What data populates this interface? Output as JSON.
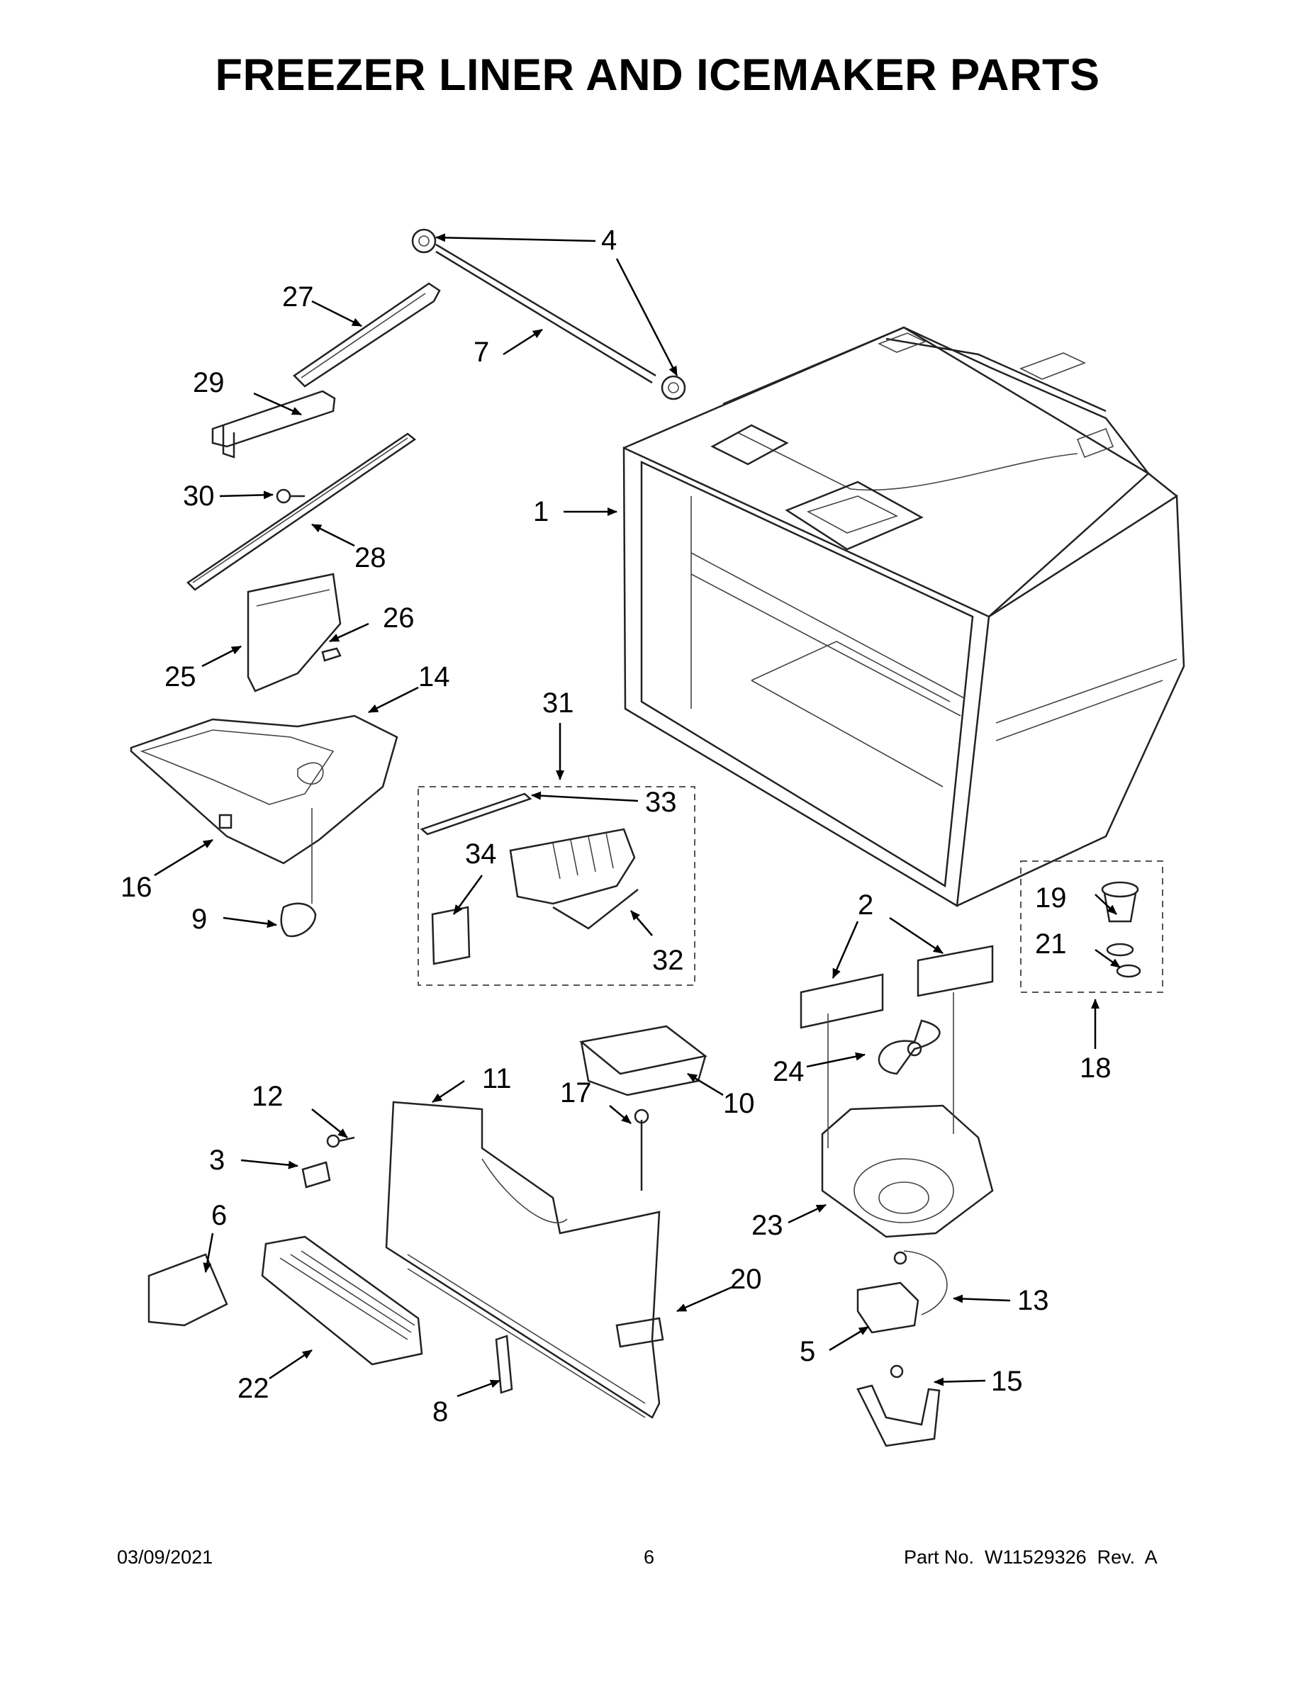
{
  "title": "FREEZER LINER AND ICEMAKER PARTS",
  "callouts": {
    "c1": "1",
    "c2": "2",
    "c3": "3",
    "c4": "4",
    "c5": "5",
    "c6": "6",
    "c7": "7",
    "c8": "8",
    "c9": "9",
    "c10": "10",
    "c11": "11",
    "c12": "12",
    "c13": "13",
    "c14": "14",
    "c15": "15",
    "c16": "16",
    "c17": "17",
    "c18": "18",
    "c19": "19",
    "c20": "20",
    "c21": "21",
    "c22": "22",
    "c23": "23",
    "c24": "24",
    "c25": "25",
    "c26": "26",
    "c27": "27",
    "c28": "28",
    "c29": "29",
    "c30": "30",
    "c31": "31",
    "c32": "32",
    "c33": "33",
    "c34": "34"
  },
  "footer": {
    "date": "03/09/2021",
    "page": "6",
    "part_no": "Part No.  W11529326  Rev.  A"
  }
}
